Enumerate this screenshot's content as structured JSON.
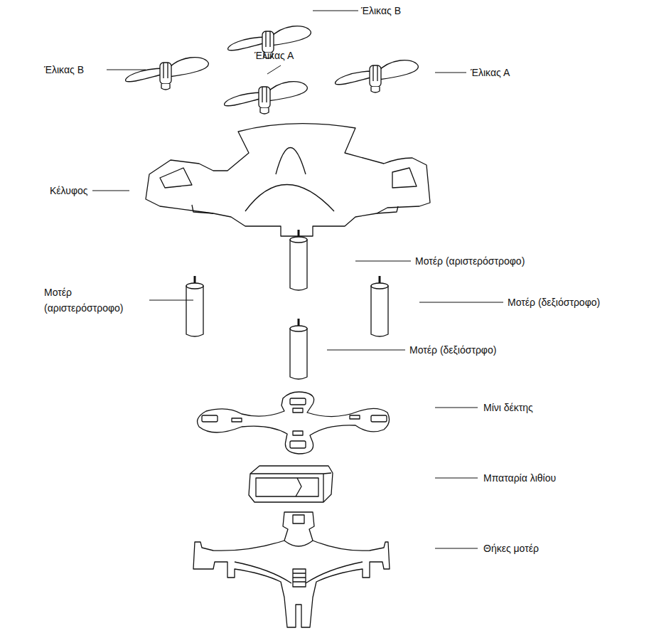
{
  "diagram": {
    "labels": [
      "Έλικας Β",
      "Έλικας Β",
      "Έλικας Α",
      "Έλικας Α",
      "Κέλυφος",
      "Μοτέρ (αριστερόστροφο)",
      "Μοτέρ (αριστερόστροφο)",
      "Μοτέρ (δεξιόστροφο)",
      "Μοτέρ (δεξιόστρφο)",
      "Μίνι δέκτης",
      "Μπαταρία λιθίου",
      "Θήκες μοτέρ"
    ]
  }
}
